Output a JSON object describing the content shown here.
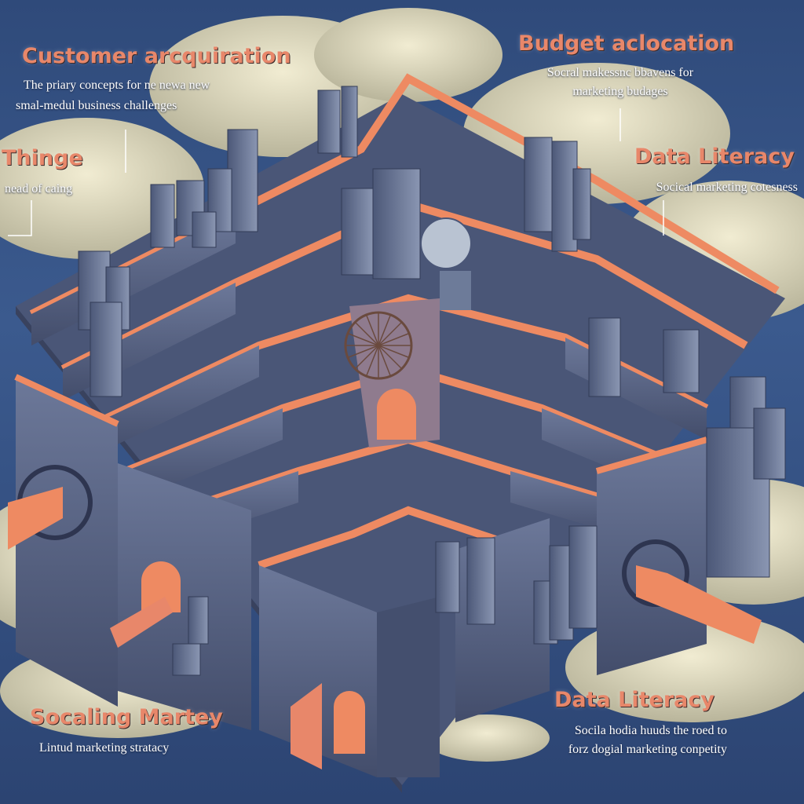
{
  "annotations": {
    "customer_acquisition": {
      "title": "Customer arcquiration",
      "line1": "The priary concepts for ne newa new",
      "line2": "smal-medul business challenges"
    },
    "budget_allocation": {
      "title": "Budget aclocation",
      "line1": "Socral makessnc bbavens for",
      "line2": "marketing budages"
    },
    "thinge": {
      "title": "Thinge",
      "line1": "nead of caing"
    },
    "data_literacy_top": {
      "title": "Data Literacy",
      "line1": "Socical marketing cotesness"
    },
    "socaling_martey": {
      "title": "Socaling Martey",
      "line1": "Lintud marketing stratacy"
    },
    "data_literacy_bottom": {
      "title": "Data Literacy",
      "line1": "Socila hodia huuds the roed to",
      "line2": "forz dogial marketing conpetity"
    }
  },
  "palette": {
    "sky": "#34507f",
    "cloud": "#e7e2c4",
    "wall": "#5d6a8a",
    "wall_dark": "#444f6e",
    "trim": "#ee8a62",
    "building": "#6d7b99"
  }
}
